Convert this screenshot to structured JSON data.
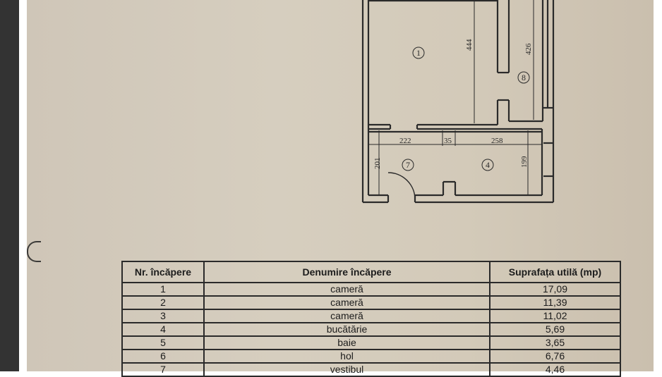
{
  "plan": {
    "dimensions": [
      "444",
      "426",
      "222",
      "35",
      "258",
      "201",
      "199"
    ],
    "room_markers": [
      "1",
      "8",
      "7",
      "4"
    ]
  },
  "table": {
    "headers": [
      "Nr. încăpere",
      "Denumire încăpere",
      "Suprafața utilă (mp)"
    ],
    "rows": [
      {
        "nr": "1",
        "name": "cameră",
        "area": "17,09"
      },
      {
        "nr": "2",
        "name": "cameră",
        "area": "11,39"
      },
      {
        "nr": "3",
        "name": "cameră",
        "area": "11,02"
      },
      {
        "nr": "4",
        "name": "bucătărie",
        "area": "5,69"
      },
      {
        "nr": "5",
        "name": "baie",
        "area": "3,65"
      },
      {
        "nr": "6",
        "name": "hol",
        "area": "6,76"
      },
      {
        "nr": "7",
        "name": "vestibul",
        "area": "4,46"
      }
    ]
  }
}
